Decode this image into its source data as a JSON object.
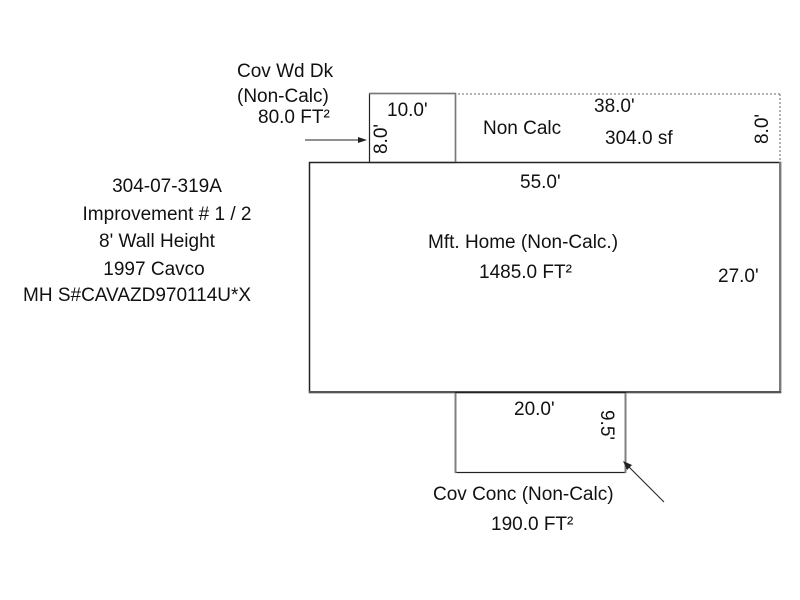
{
  "sketch": {
    "parcel_info": {
      "parcel_id": "304-07-319A",
      "improvement": "Improvement # 1 / 2",
      "wall_height": "8' Wall Height",
      "year_make": "1997 Cavco",
      "serial": "MH S#CAVAZD970114U*X"
    },
    "areas": {
      "main_home": {
        "name": "Mft. Home (Non-Calc.)",
        "area": "1485.0 FT²",
        "width_label": "55.0'",
        "depth_label": "27.0'"
      },
      "cov_wd_dk": {
        "name_line1": "Cov Wd Dk",
        "name_line2": "(Non-Calc)",
        "area": "80.0 FT²",
        "width_label": "10.0'",
        "depth_label": "8.0'"
      },
      "non_calc": {
        "name": "Non Calc",
        "area": "304.0 sf",
        "width_label": "38.0'",
        "depth_label": "8.0'"
      },
      "cov_conc": {
        "name": "Cov Conc (Non-Calc)",
        "area": "190.0 FT²",
        "width_label": "20.0'",
        "depth_label": "9.5'"
      }
    },
    "colors": {
      "line": "#000000",
      "edge_gray": "#808080",
      "dotted": "#9a9a9a"
    }
  }
}
